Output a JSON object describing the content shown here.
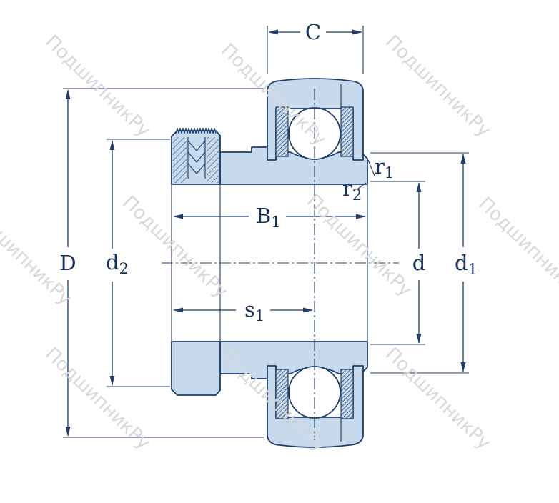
{
  "watermark": {
    "text": "ПодшипникРу",
    "color": "#d7d7d7"
  },
  "colors": {
    "part_fill": "#c7d9ec",
    "line": "#1d3d68",
    "label": "#16325a",
    "background": "#ffffff"
  },
  "dims": {
    "C": {
      "label": "C"
    },
    "D": {
      "label": "D"
    },
    "d2": {
      "base": "d",
      "sub": "2"
    },
    "B1": {
      "base": "B",
      "sub": "1"
    },
    "s1": {
      "base": "s",
      "sub": "1"
    },
    "d": {
      "label": "d"
    },
    "d1": {
      "base": "d",
      "sub": "1"
    },
    "r1": {
      "base": "r",
      "sub": "1"
    },
    "r2": {
      "base": "r",
      "sub": "2"
    }
  }
}
